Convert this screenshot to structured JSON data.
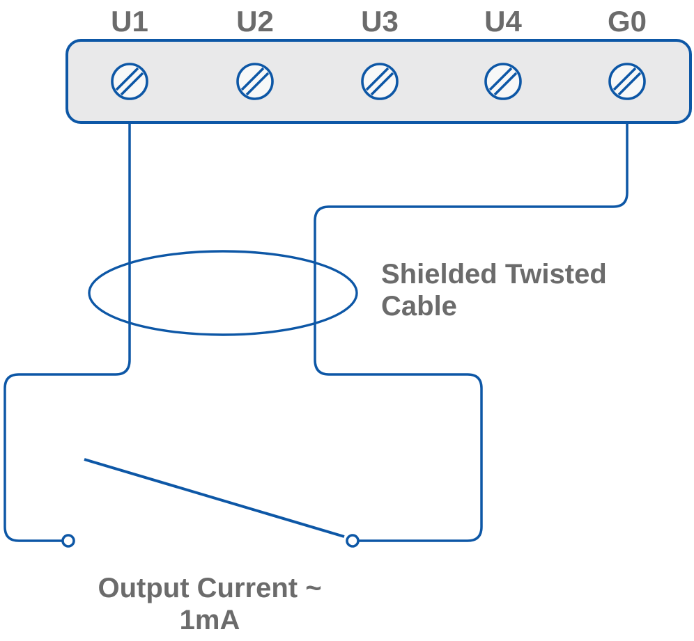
{
  "colors": {
    "wire_blue": "#0d57a6",
    "label_gray": "#6b6b6b",
    "block_fill": "#e9e9ea",
    "screw_fill": "#f7f8f8",
    "bg": "#ffffff"
  },
  "terminals": [
    {
      "label": "U1"
    },
    {
      "label": "U2"
    },
    {
      "label": "U3"
    },
    {
      "label": "U4"
    },
    {
      "label": "G0"
    }
  ],
  "labels": {
    "cable_line1": "Shielded Twisted",
    "cable_line2": "Cable",
    "output_line1": "Output Current ~",
    "output_line2": "1mA"
  }
}
